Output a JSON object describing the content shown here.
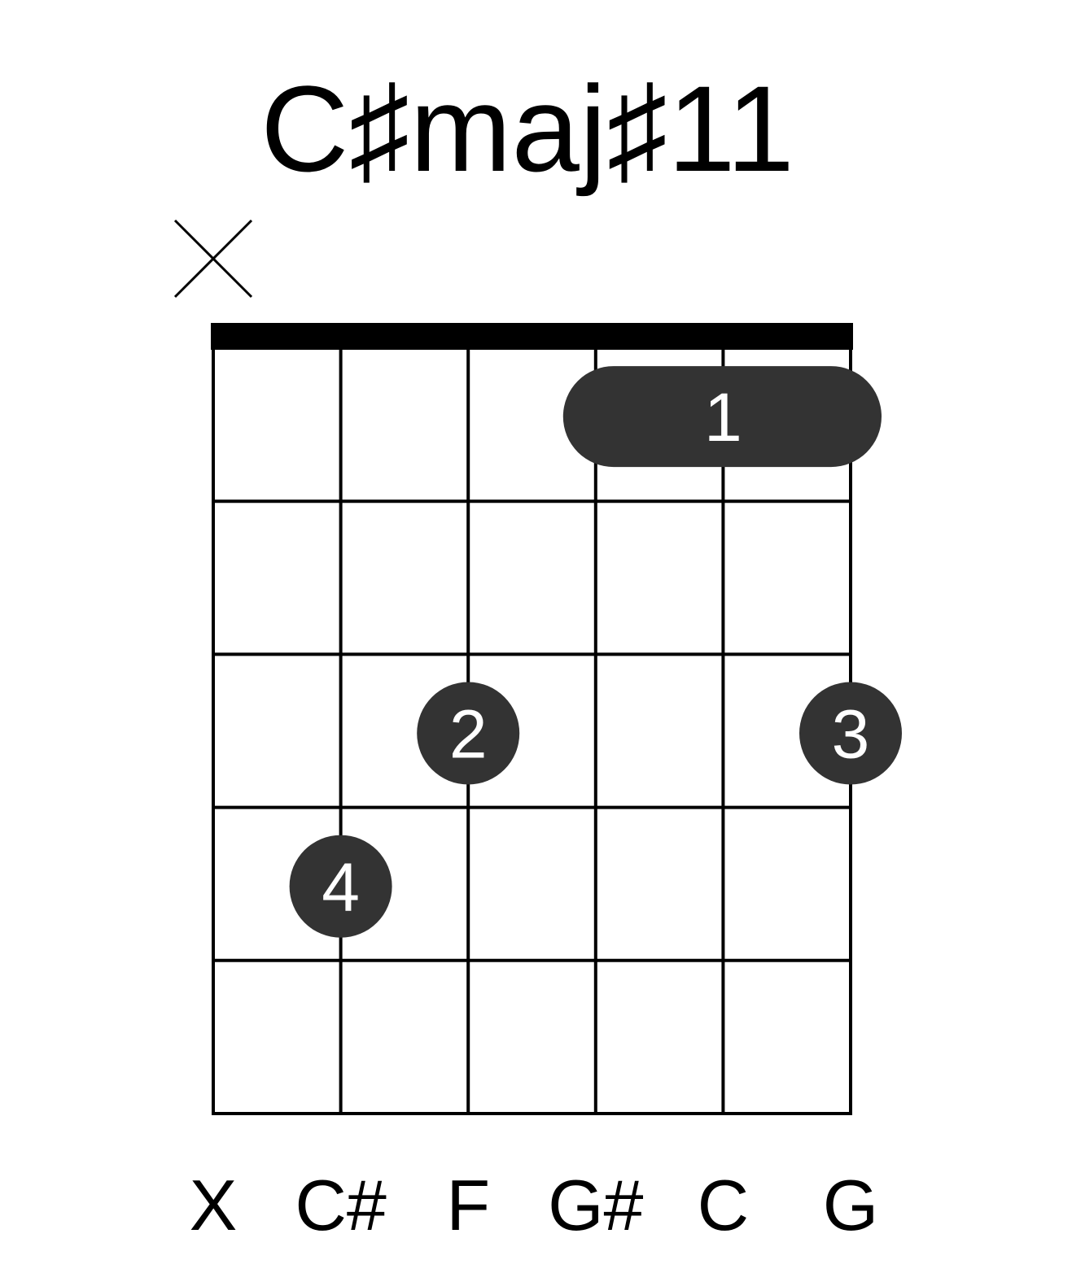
{
  "chord": {
    "title": "C♯maj♯11"
  },
  "diagram": {
    "string_count": 6,
    "fret_count": 5,
    "starting_fret": 1,
    "muted_strings": [
      1
    ],
    "barre": {
      "fret": 1,
      "from_string": 4,
      "to_string": 6,
      "finger": "1"
    },
    "fingers": [
      {
        "string": 3,
        "fret": 3,
        "finger": "2"
      },
      {
        "string": 6,
        "fret": 3,
        "finger": "3"
      },
      {
        "string": 2,
        "fret": 4,
        "finger": "4"
      }
    ],
    "string_notes": [
      "X",
      "C#",
      "F",
      "G#",
      "C",
      "G"
    ],
    "colors": {
      "grid": "#000000",
      "marker": "#333333",
      "marker_text": "#ffffff"
    }
  }
}
